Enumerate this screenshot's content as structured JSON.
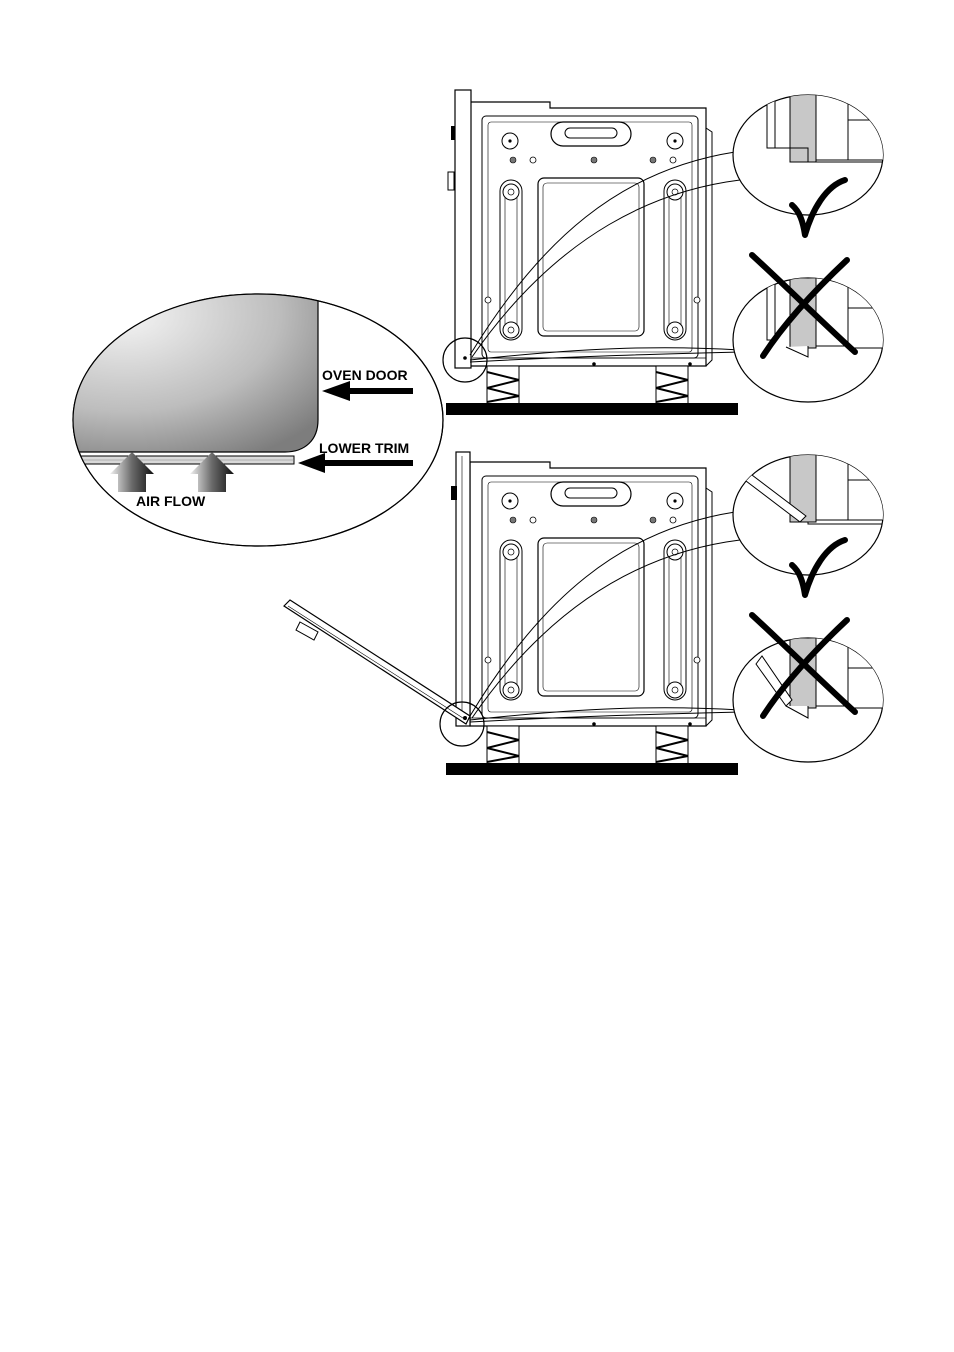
{
  "labels": {
    "oven_door": "OVEN DOOR",
    "lower_trim": "LOWER TRIM",
    "air_flow": "AIR FLOW"
  },
  "marks": {
    "correct": "correct-tick",
    "incorrect": "incorrect-cross"
  },
  "colors": {
    "ink": "#000000",
    "shade": "#c8c8c8",
    "door_light": "#f2f2f2",
    "door_dark": "#8a8a8a"
  }
}
